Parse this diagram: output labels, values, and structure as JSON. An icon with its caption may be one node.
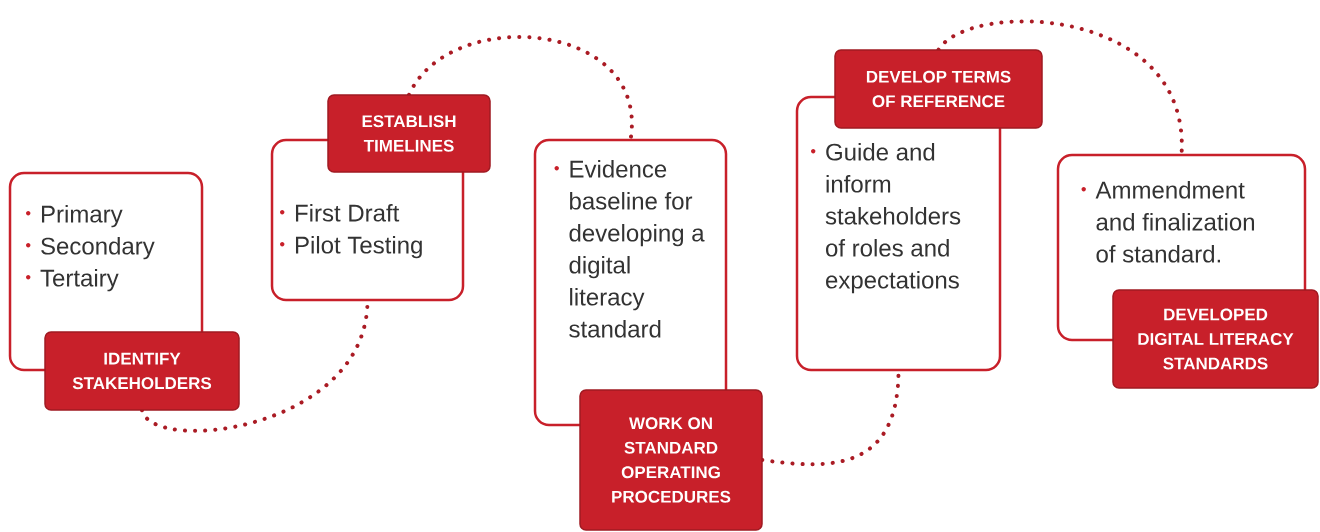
{
  "diagram": {
    "nodes": [
      {
        "text": [
          "Primary",
          "Secondary",
          "Tertairy"
        ]
      },
      {
        "text": [
          "IDENTIFY STAKEHOLDERS"
        ]
      },
      {
        "text": [
          "ESTABLISH TIMELINES"
        ]
      },
      {
        "text": [
          "First Draft",
          "Pilot Testing"
        ]
      },
      {
        "text": [
          "Evidence baseline for developing a digital literacy standard"
        ]
      },
      {
        "text": [
          "WORK ON STANDARD OPERATING PROCEDURES"
        ]
      },
      {
        "text": [
          "DEVELOP TERMS OF REFERENCE"
        ]
      },
      {
        "text": [
          "Guide and inform stakeholders of roles and expectations"
        ]
      },
      {
        "text": [
          "Ammendment and finalization of standard."
        ]
      },
      {
        "text": [
          "DEVELOPED DIGITAL LITERACY STANDARDS"
        ]
      }
    ],
    "edges": [
      {
        "from": 1,
        "to": 3,
        "arrow": "none"
      },
      {
        "from": 2,
        "to": 4,
        "arrow": "none"
      },
      {
        "from": 5,
        "to": 7,
        "arrow": "none"
      },
      {
        "from": 6,
        "to": 8,
        "arrow": "none"
      }
    ]
  }
}
